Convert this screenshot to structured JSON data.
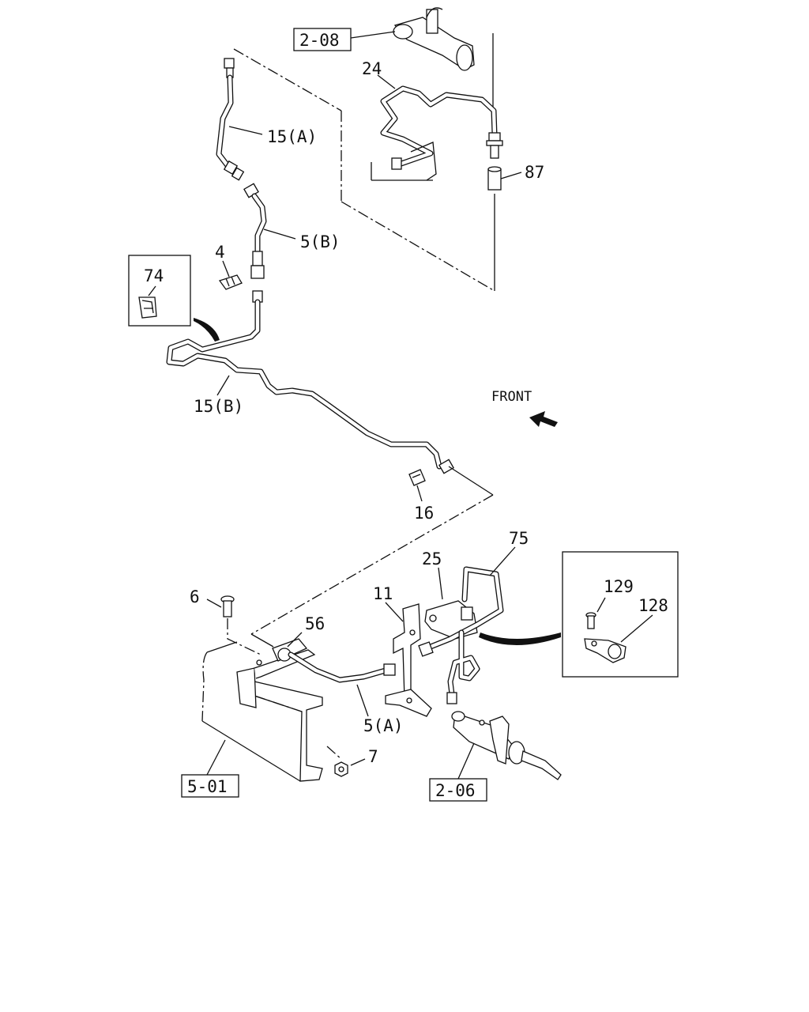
{
  "labels": {
    "ref_2_08": "2-08",
    "ref_2_06": "2-06",
    "ref_5_01": "5-01",
    "p24": "24",
    "p15a": "15(A)",
    "p87": "87",
    "p5b": "5(B)",
    "p4": "4",
    "p74": "74",
    "p15b": "15(B)",
    "front": "FRONT",
    "p16": "16",
    "p75": "75",
    "p25": "25",
    "p11": "11",
    "p6": "6",
    "p56": "56",
    "p129": "129",
    "p128": "128",
    "p5a": "5(A)",
    "p7": "7"
  }
}
